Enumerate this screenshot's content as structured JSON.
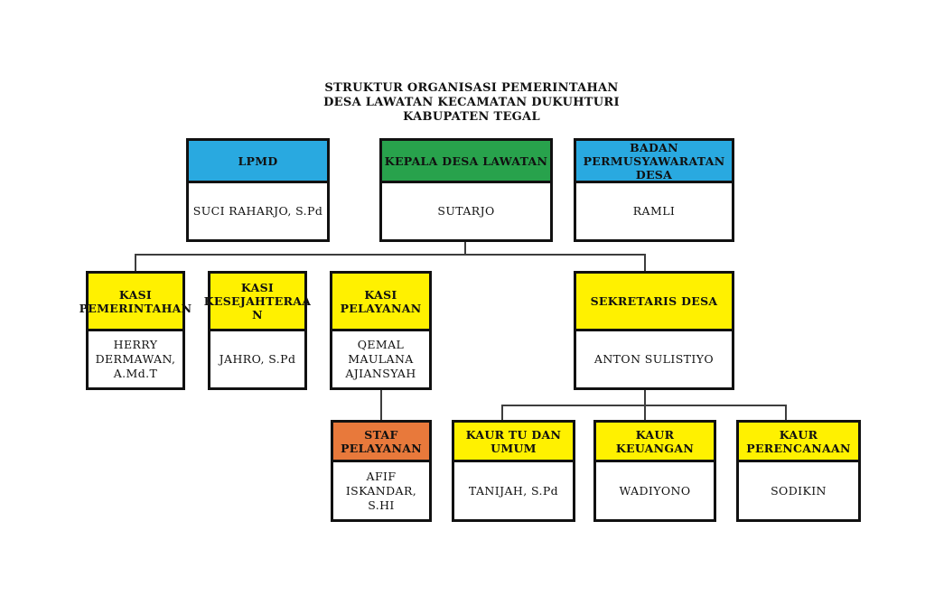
{
  "title": {
    "text": "STRUKTUR ORGANISASI PEMERINTAHAN\nDESA LAWATAN KECAMATAN DUKUHTURI\nKABUPATEN TEGAL"
  },
  "colors": {
    "blue": "#29A9E0",
    "green": "#28A24C",
    "yellow": "#FFF100",
    "orange": "#E8793B",
    "line": "#3d3d3d",
    "border": "#111111"
  },
  "nodes": {
    "lpmd": {
      "title": "LPMD",
      "name": "SUCI RAHARJO, S.Pd",
      "color": "#29A9E0"
    },
    "kepala_desa": {
      "title": "KEPALA DESA LAWATAN",
      "name": "SUTARJO",
      "color": "#28A24C"
    },
    "bpd": {
      "title": "BADAN\nPERMUSYAWARATAN DESA",
      "name": "RAMLI",
      "color": "#29A9E0"
    },
    "kasi_pemerintahan": {
      "title": "KASI\nPEMERINTAHAN",
      "name": "HERRY\nDERMAWAN,\nA.Md.T",
      "color": "#FFF100"
    },
    "kasi_kesejahteraan": {
      "title": "KASI\nKESEJAHTERAA\nN",
      "name": "JAHRO, S.Pd",
      "color": "#FFF100"
    },
    "kasi_pelayanan": {
      "title": "KASI\nPELAYANAN",
      "name": "QEMAL\nMAULANA\nAJIANSYAH",
      "color": "#FFF100"
    },
    "sekretaris_desa": {
      "title": "SEKRETARIS DESA",
      "name": "ANTON SULISTIYO",
      "color": "#FFF100"
    },
    "staf_pelayanan": {
      "title": "STAF\nPELAYANAN",
      "name": "AFIF ISKANDAR,\nS.HI",
      "color": "#E8793B"
    },
    "kaur_tu_umum": {
      "title": "KAUR TU DAN\nUMUM",
      "name": "TANIJAH, S.Pd",
      "color": "#FFF100"
    },
    "kaur_keuangan": {
      "title": "KAUR KEUANGAN",
      "name": "WADIYONO",
      "color": "#FFF100"
    },
    "kaur_perencanaan": {
      "title": "KAUR\nPERENCANAAN",
      "name": "SODIKIN",
      "color": "#FFF100"
    }
  },
  "edges": [
    {
      "from": "kepala_desa",
      "to": "kasi_pemerintahan"
    },
    {
      "from": "kepala_desa",
      "to": "sekretaris_desa"
    },
    {
      "from": "kasi_pelayanan",
      "to": "staf_pelayanan"
    },
    {
      "from": "sekretaris_desa",
      "to": "kaur_tu_umum"
    },
    {
      "from": "sekretaris_desa",
      "to": "kaur_keuangan"
    },
    {
      "from": "sekretaris_desa",
      "to": "kaur_perencanaan"
    }
  ]
}
